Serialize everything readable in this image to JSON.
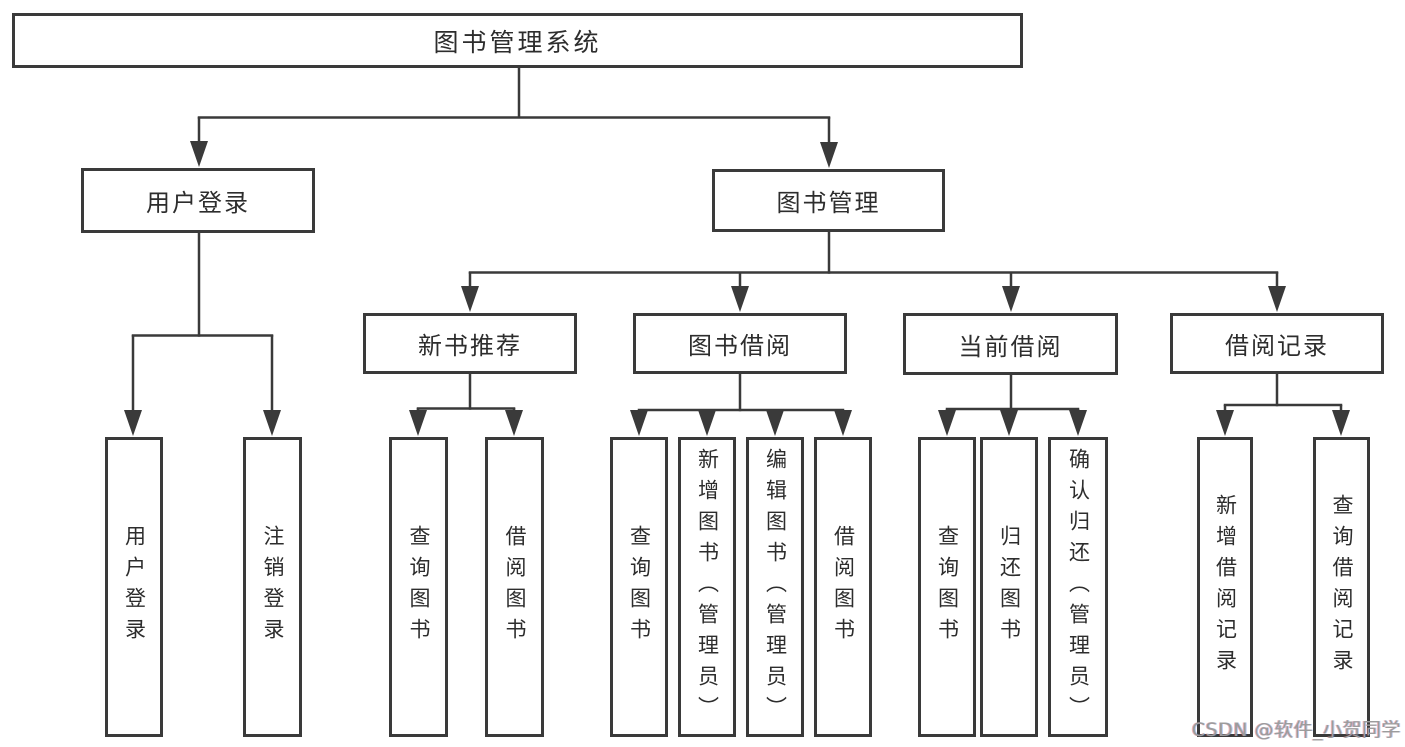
{
  "diagram": {
    "root": {
      "label": "图书管理系统"
    },
    "branches": [
      {
        "label": "用户登录",
        "children": [
          {
            "label": "用户登录"
          },
          {
            "label": "注销登录"
          }
        ]
      },
      {
        "label": "图书管理",
        "groups": [
          {
            "label": "新书推荐",
            "children": [
              {
                "label": "查询图书"
              },
              {
                "label": "借阅图书"
              }
            ]
          },
          {
            "label": "图书借阅",
            "children": [
              {
                "label": "查询图书"
              },
              {
                "label": "新增图书（管理员）"
              },
              {
                "label": "编辑图书（管理员）"
              },
              {
                "label": "借阅图书"
              }
            ]
          },
          {
            "label": "当前借阅",
            "children": [
              {
                "label": "查询图书"
              },
              {
                "label": "归还图书"
              },
              {
                "label": "确认归还（管理员）"
              }
            ]
          },
          {
            "label": "借阅记录",
            "children": [
              {
                "label": "新增借阅记录"
              },
              {
                "label": "查询借阅记录"
              }
            ]
          }
        ]
      }
    ]
  },
  "watermark": {
    "text": "CSDN @软件_小贺同学"
  },
  "colors": {
    "line": "#3a3a3a",
    "text": "#2d2d2d",
    "watermark": "#9c9c9c",
    "background": "#ffffff"
  }
}
